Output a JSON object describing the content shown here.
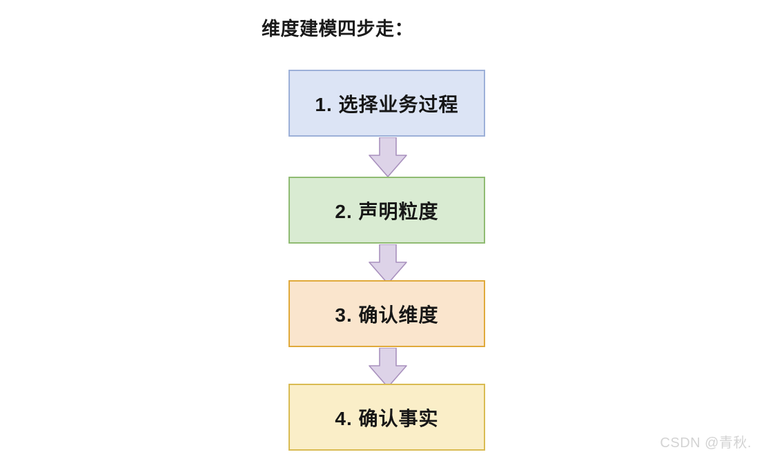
{
  "diagram": {
    "title": "维度建模四步走：",
    "type": "vertical-flowchart",
    "steps": [
      {
        "id": "step-1",
        "label": "1. 选择业务过程",
        "fill": "#dce4f5",
        "border": "#9cb0d8"
      },
      {
        "id": "step-2",
        "label": "2. 声明粒度",
        "fill": "#d9ebd2",
        "border": "#8fbb72"
      },
      {
        "id": "step-3",
        "label": "3. 确认维度",
        "fill": "#fae5cd",
        "border": "#e0a93a"
      },
      {
        "id": "step-4",
        "label": "4. 确认事实",
        "fill": "#faeec8",
        "border": "#d9bb52"
      }
    ],
    "connectors": [
      {
        "id": "arrow-1",
        "icon": "down-arrow-icon",
        "from": "step-1",
        "to": "step-2"
      },
      {
        "id": "arrow-2",
        "icon": "down-arrow-icon",
        "from": "step-2",
        "to": "step-3"
      },
      {
        "id": "arrow-3",
        "icon": "down-arrow-icon",
        "from": "step-3",
        "to": "step-4"
      }
    ],
    "arrow_colors": {
      "fill": "#ddd3e8",
      "border": "#a890bd"
    }
  },
  "watermark": {
    "text": "CSDN @青秋.",
    "color": "#d3d3d3"
  }
}
